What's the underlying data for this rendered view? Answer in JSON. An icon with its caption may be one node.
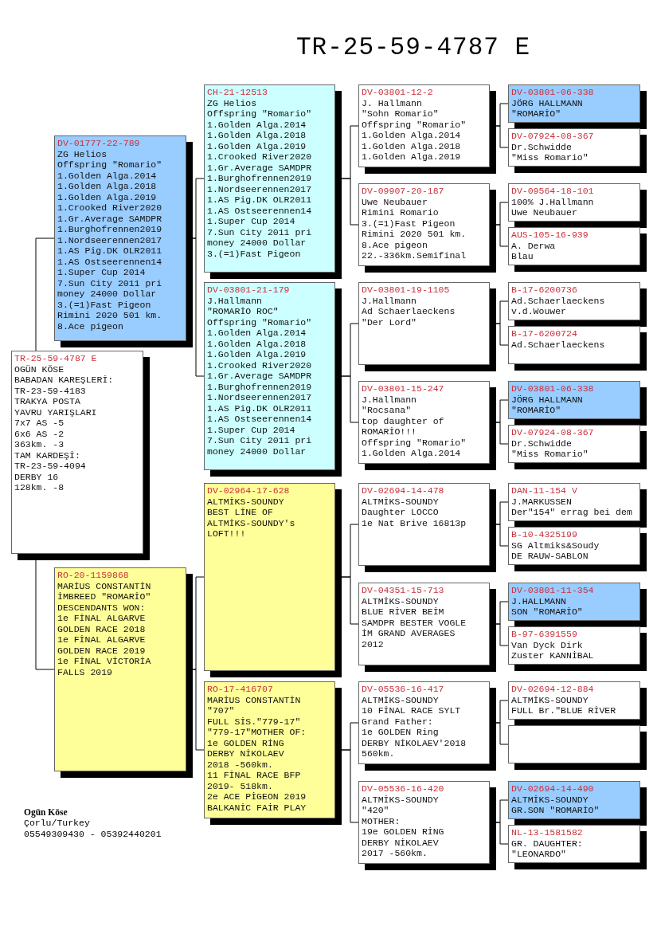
{
  "diagram": {
    "title": "TR-25-59-4787 E",
    "nodes": [
      {
        "text": [
          "TR-25-59-4787 E",
          "OGÜN KÖSE",
          "BABADAN KAREŞLERİ:",
          "TR-23-59-4183",
          "TRAKYA POSTA",
          "YAVRU YARIŞLARI",
          "7x7 AS -5",
          "6x6 AS -2",
          "363km. -3",
          "TAM KARDEŞİ:",
          "TR-23-59-4094",
          "DERBY 16",
          "128km. -8"
        ]
      },
      {
        "text": [
          "DV-01777-22-789",
          "ZG Helios",
          "Offspring \"Romario\"",
          "1.Golden Alga.2014",
          "1.Golden Alga.2018",
          "1.Golden Alga.2019",
          "1.Crooked River2020",
          "1.Gr.Average SAMDPR",
          "1.Burghofrennen2019",
          "1.Nordseerennen2017",
          "1.AS Pig.DK OLR2011",
          "1.AS Ostseerennen14",
          "1.Super Cup 2014",
          "7.Sun City 2011 pri",
          "money 24000 Dollar",
          "3.(=1)Fast Pigeon",
          "Rimini 2020 501 km.",
          "8.Ace pigeon"
        ]
      },
      {
        "text": [
          "RO-20-1159868",
          "MARİUS CONSTANTİN",
          "İMBREED \"ROMARİO\"",
          "DESCENDANTS WON:",
          "1e FİNAL ALGARVE",
          "GOLDEN RACE 2018",
          "1e FİNAL ALGARVE",
          "GOLDEN RACE 2019",
          "1e FİNAL VİCTORİA",
          "FALLS 2019"
        ]
      },
      {
        "text": [
          "CH-21-12513",
          "ZG Helios",
          "Offspring \"Romario\"",
          "1.Golden Alga.2014",
          "1.Golden Alga.2018",
          "1.Golden Alga.2019",
          "1.Crooked River2020",
          "1.Gr.Average SAMDPR",
          "1.Burghofrennen2019",
          "1.Nordseerennen2017",
          "1.AS Pig.DK OLR2011",
          "1.AS Ostseerennen14",
          "1.Super Cup 2014",
          "7.Sun City 2011 pri",
          "money 24000 Dollar",
          "3.(=1)Fast Pigeon"
        ]
      },
      {
        "text": [
          "DV-03801-21-179",
          "J.Hallmann",
          "\"ROMARİO ROC\"",
          "Offspring \"Romario\"",
          "1.Golden Alga.2014",
          "1.Golden Alga.2018",
          "1.Golden Alga.2019",
          "1.Crooked River2020",
          "1.Gr.Average SAMDPR",
          "1.Burghofrennen2019",
          "1.Nordseerennen2017",
          "1.AS Pig.DK OLR2011",
          "1.AS Ostseerennen14",
          "1.Super Cup 2014",
          "7.Sun City 2011 pri",
          "money 24000 Dollar"
        ]
      },
      {
        "text": [
          "DV-02964-17-628",
          "ALTMİKS-SOUNDY",
          "BEST LİNE OF",
          "ALTMİKS-SOUNDY's",
          "LOFT!!!"
        ]
      },
      {
        "text": [
          "RO-17-416707",
          "MARİUS CONSTANTİN",
          "\"707\"",
          "FULL SİS.\"779-17\"",
          "\"779-17\"MOTHER OF:",
          "1e GOLDEN RİNG",
          "DERBY NİKOLAEV",
          "2018 -560km.",
          "11 FİNAL RACE BFP",
          "2019- 518km.",
          "2e ACE PİGEON 2019",
          "BALKANİC FAİR PLAY"
        ]
      },
      {
        "text": [
          "DV-03801-12-2",
          "J. Hallmann",
          "\"Sohn Romario\"",
          "Offspring \"Romario\"",
          "1.Golden Alga.2014",
          "1.Golden Alga.2018",
          "1.Golden Alga.2019"
        ]
      },
      {
        "text": [
          "DV-09907-20-187",
          "Uwe Neubauer",
          "Rimini Romario",
          "3.(=1)Fast Pigeon",
          "Rimini 2020 501 km.",
          "8.Ace pigeon",
          "22.-336km.Semifinal"
        ]
      },
      {
        "text": [
          "DV-03801-19-1105",
          "J.Hallmann",
          "Ad Schaerlaeckens",
          "\"Der Lord\""
        ]
      },
      {
        "text": [
          "DV-03801-15-247",
          "J.Hallmann",
          "\"Rocsana\"",
          "top daughter of",
          "ROMARİO!!!",
          "Offspring \"Romario\"",
          "1.Golden Alga.2014"
        ]
      },
      {
        "text": [
          "DV-02694-14-478",
          "ALTMİKS-SOUNDY",
          "Daughter LOCCO",
          "1e Nat Brive 16813p"
        ]
      },
      {
        "text": [
          "DV-04351-15-713",
          "ALTMİKS-SOUNDY",
          "BLUE RİVER BEİM",
          "SAMDPR BESTER VOGLE",
          "İM GRAND AVERAGES",
          "2012"
        ]
      },
      {
        "text": [
          "DV-05536-16-417",
          "ALTMİKS-SOUNDY",
          "10 FİNAL RACE SYLT",
          "Grand Father:",
          "1e GOLDEN Ring",
          "DERBY NİKOLAEV'2018",
          "560km."
        ]
      },
      {
        "text": [
          "DV-05536-16-420",
          "ALTMİKS-SOUNDY",
          "\"420\"",
          "MOTHER:",
          "19e GOLDEN RİNG",
          "DERBY NİKOLAEV",
          "2017 -560km."
        ]
      },
      {
        "text": [
          "DV-03801-06-338",
          "JÖRG HALLMANN",
          "\"ROMARİO\""
        ]
      },
      {
        "text": [
          "DV-07924-08-367",
          "Dr.Schwidde",
          "\"Miss Romario\""
        ]
      },
      {
        "text": [
          "DV-09564-18-101",
          "100% J.Hallmann",
          "Uwe Neubauer"
        ]
      },
      {
        "text": [
          "AUS-105-16-939",
          "A. Derwa",
          "Blau"
        ]
      },
      {
        "text": [
          "B-17-6200736",
          "Ad.Schaerlaeckens",
          "v.d.Wouwer"
        ]
      },
      {
        "text": [
          "B-17-6200724",
          "Ad.Schaerlaeckens"
        ]
      },
      {
        "text": [
          "DV-03801-06-338",
          "JÖRG HALLMANN",
          "\"ROMARİO\""
        ]
      },
      {
        "text": [
          "DV-07924-08-367",
          "Dr.Schwidde",
          "\"Miss Romario\""
        ]
      },
      {
        "text": [
          "DAN-11-154 V",
          "J.MARKUSSEN",
          "Der\"154\" errag bei dem"
        ]
      },
      {
        "text": [
          "B-10-4325199",
          "SG Altmiks&Soudy",
          "DE RAUW-SABLON"
        ]
      },
      {
        "text": [
          "DV-03801-11-354",
          "J.HALLMANN",
          "SON \"ROMARİO\""
        ]
      },
      {
        "text": [
          "B-97-6391559",
          "Van Dyck Dirk",
          "Zuster KANNİBAL"
        ]
      },
      {
        "text": [
          "DV-02694-12-884",
          "ALTMİKS-SOUNDY",
          "FULL Br.\"BLUE RİVER"
        ]
      },
      {
        "text": [],
        "shape": "box"
      },
      {
        "text": [
          "DV-02694-14-490",
          "ALTMİKS-SOUNDY",
          "GR.SON \"ROMARİO\""
        ]
      },
      {
        "text": [
          "NL-13-1581582",
          "GR. DAUGHTER:",
          "\"LEONARDO\""
        ]
      }
    ],
    "edges": [
      {
        "from": 0,
        "to": 1,
        "arrow": "none"
      },
      {
        "from": 0,
        "to": 2,
        "arrow": "none"
      },
      {
        "from": 1,
        "to": 3,
        "arrow": "none"
      },
      {
        "from": 1,
        "to": 4,
        "arrow": "none"
      },
      {
        "from": 2,
        "to": 5,
        "arrow": "none"
      },
      {
        "from": 2,
        "to": 6,
        "arrow": "none"
      },
      {
        "from": 3,
        "to": 7,
        "arrow": "none"
      },
      {
        "from": 3,
        "to": 8,
        "arrow": "none"
      },
      {
        "from": 4,
        "to": 9,
        "arrow": "none"
      },
      {
        "from": 4,
        "to": 10,
        "arrow": "none"
      },
      {
        "from": 5,
        "to": 11,
        "arrow": "none"
      },
      {
        "from": 5,
        "to": 12,
        "arrow": "none"
      },
      {
        "from": 6,
        "to": 13,
        "arrow": "none"
      },
      {
        "from": 6,
        "to": 14,
        "arrow": "none"
      },
      {
        "from": 7,
        "to": 15,
        "arrow": "none"
      },
      {
        "from": 7,
        "to": 16,
        "arrow": "none"
      },
      {
        "from": 8,
        "to": 17,
        "arrow": "none"
      },
      {
        "from": 8,
        "to": 18,
        "arrow": "none"
      },
      {
        "from": 9,
        "to": 19,
        "arrow": "none"
      },
      {
        "from": 9,
        "to": 20,
        "arrow": "none"
      },
      {
        "from": 10,
        "to": 21,
        "arrow": "none"
      },
      {
        "from": 10,
        "to": 22,
        "arrow": "none"
      },
      {
        "from": 11,
        "to": 23,
        "arrow": "none"
      },
      {
        "from": 11,
        "to": 24,
        "arrow": "none"
      },
      {
        "from": 12,
        "to": 25,
        "arrow": "none"
      },
      {
        "from": 12,
        "to": 26,
        "arrow": "none"
      },
      {
        "from": 13,
        "to": 27,
        "arrow": "none"
      },
      {
        "from": 13,
        "to": 28,
        "arrow": "none"
      },
      {
        "from": 14,
        "to": 29,
        "arrow": "none"
      },
      {
        "from": 14,
        "to": 30,
        "arrow": "none"
      }
    ],
    "labels": [
      "Ogün Köse",
      "Çorlu/Turkey",
      "05549309430 - 05392440201"
    ]
  }
}
